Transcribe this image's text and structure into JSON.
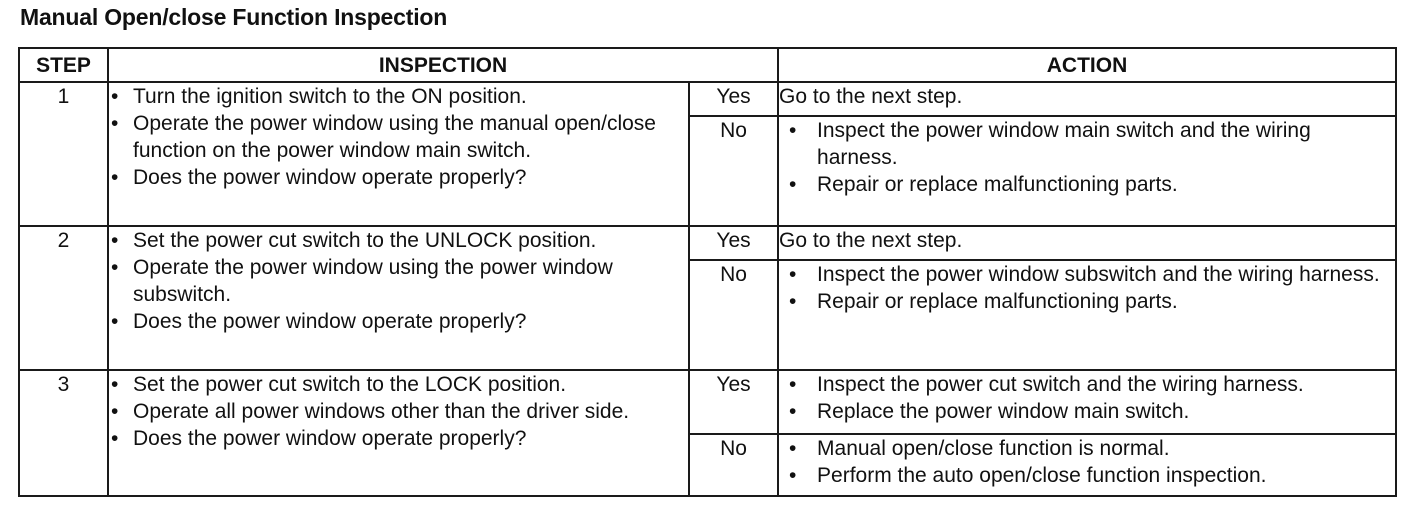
{
  "title": "Manual Open/close Function Inspection",
  "headers": {
    "step": "STEP",
    "inspection": "INSPECTION",
    "action": "ACTION"
  },
  "rows": [
    {
      "step": "1",
      "inspection": [
        "Turn the ignition switch to the ON position.",
        "Operate the power window using the manual open/close function on the power window main switch.",
        "Does the power window operate properly?"
      ],
      "yes_label": "Yes",
      "yes_action_text": "Go to the next step.",
      "no_label": "No",
      "no_actions": [
        "Inspect the power window main switch and the wiring harness.",
        "Repair or replace malfunctioning parts."
      ]
    },
    {
      "step": "2",
      "inspection": [
        "Set the power cut switch to the UNLOCK position.",
        "Operate the power window using the power window subswitch.",
        "Does the power window operate properly?"
      ],
      "yes_label": "Yes",
      "yes_action_text": "Go to the next step.",
      "no_label": "No",
      "no_actions": [
        "Inspect the power window subswitch and the wiring harness.",
        "Repair or replace malfunctioning parts."
      ]
    },
    {
      "step": "3",
      "inspection": [
        "Set the power cut switch to the LOCK position.",
        "Operate all power windows other than the driver side.",
        "Does the power window operate properly?"
      ],
      "yes_label": "Yes",
      "yes_actions": [
        "Inspect the power cut switch and the wiring harness.",
        "Replace the power window main switch."
      ],
      "no_label": "No",
      "no_actions": [
        "Manual open/close function is normal.",
        "Perform the auto open/close function inspection."
      ]
    }
  ]
}
